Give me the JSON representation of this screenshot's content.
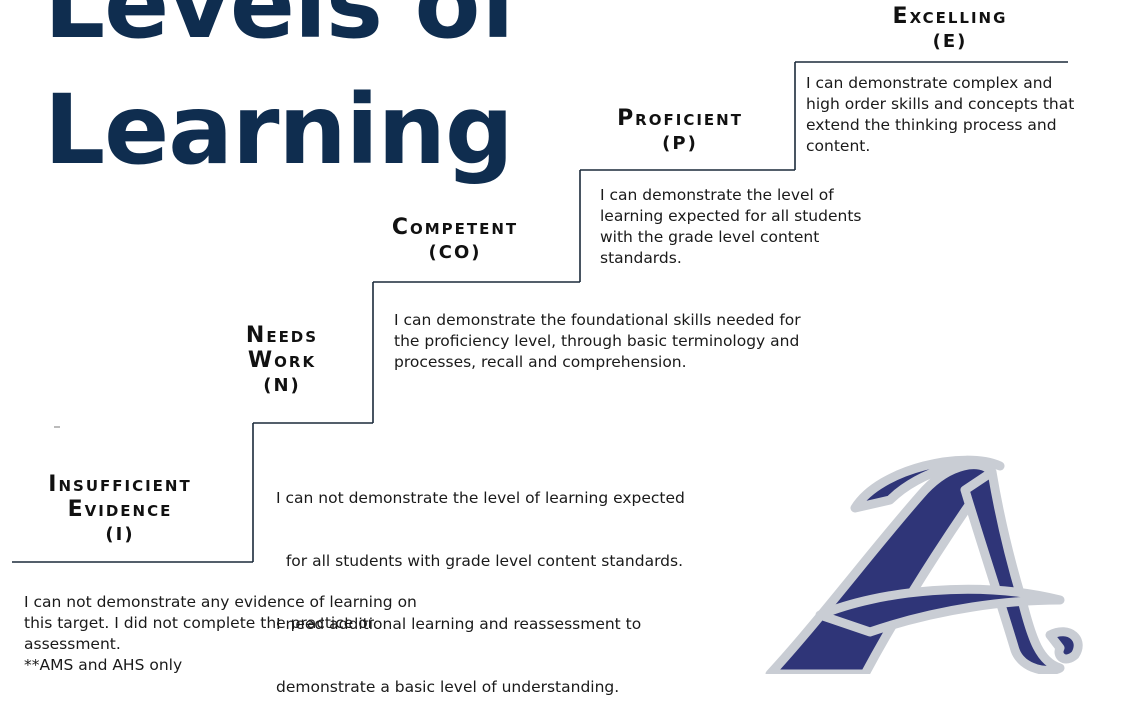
{
  "title": {
    "line1": "Levels of",
    "line2": "Learning"
  },
  "levels": [
    {
      "name": "Insufficient",
      "name2": "Evidence",
      "code": "(I)",
      "description": [
        "I can not demonstrate any evidence of learning on",
        "this target.  I did not complete the practice or",
        "assessment.",
        "**AMS and AHS only"
      ]
    },
    {
      "name": "Needs",
      "name2": "Work",
      "code": "(N)",
      "description": [
        "I can not demonstrate the level of learning expected",
        "  for all students with grade level content standards.",
        "I need additional learning and reassessment to",
        "demonstrate a basic level of understanding."
      ]
    },
    {
      "name": "Competent",
      "code": "(CO)",
      "description": [
        "I can demonstrate the foundational skills needed for",
        "the proficiency level, through basic terminology and",
        "processes, recall and comprehension."
      ]
    },
    {
      "name": "Proficient",
      "code": "(P)",
      "description": [
        "I can demonstrate the level of",
        "learning expected for all students",
        "with the grade level content",
        "standards."
      ]
    },
    {
      "name": "Excelling",
      "code": "(E)",
      "description": [
        "I can demonstrate complex and",
        "high order skills and concepts that",
        "extend the thinking process and",
        "content."
      ]
    }
  ],
  "colors": {
    "title": "#0f2d4f",
    "logo": "#2f3578",
    "logo_outline": "#c9cdd4",
    "stairs": "#1b2a3a"
  },
  "logo_icon": "letter-a-logo-icon"
}
